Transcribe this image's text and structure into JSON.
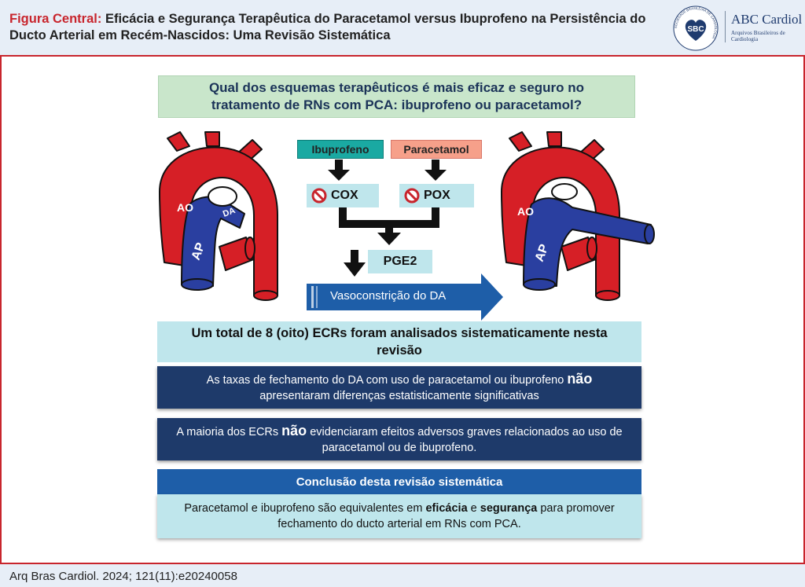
{
  "header": {
    "figure_label": "Figura Central:",
    "title": "Eficácia e Segurança Terapêutica do Paracetamol versus Ibuprofeno na Persistência do Ducto Arterial em Recém-Nascidos: Uma Revisão Sistemática",
    "sbc_logo_text": "SBC",
    "sbc_ring_text": "SOCIEDADE BRASILEIRA DE CARDIOLOGIA",
    "abc_logo_title": "ABC Cardiol",
    "abc_logo_subtitle": "Arquivos Brasileiros de Cardiologia"
  },
  "diagram": {
    "question": "Qual dos esquemas terapêuticos é mais eficaz e seguro no tratamento de RNs com PCA: ibuprofeno ou paracetamol?",
    "drug_1": "Ibuprofeno",
    "drug_2": "Paracetamol",
    "enzyme_1": "COX",
    "enzyme_2": "POX",
    "mediator": "PGE2",
    "effect": "Vasoconstrição do DA",
    "heart_left_labels": {
      "ao": "AO",
      "da": "DA",
      "ap": "AP"
    },
    "heart_right_labels": {
      "ao": "AO",
      "ap": "AP"
    },
    "colors": {
      "aorta": "#d61f26",
      "pulmonary": "#2a3fa0",
      "question_bg": "#c9e6cb",
      "navy": "#1e3a6a",
      "accent_blue": "#1e5ea8"
    }
  },
  "findings": {
    "ecr_count": "Um total de 8 (oito) ECRs foram analisados sistematicamente nesta revisão",
    "finding_1_pre": "As taxas de fechamento do DA com uso de paracetamol ou ibuprofeno ",
    "finding_1_bold": "não",
    "finding_1_post": " apresentaram diferenças estatisticamente significativas",
    "finding_2_pre": "A maioria dos ECRs ",
    "finding_2_bold": "não",
    "finding_2_post": " evidenciaram efeitos adversos graves relacionados ao uso de paracetamol ou de ibuprofeno."
  },
  "conclusion": {
    "heading": "Conclusão desta revisão sistemática",
    "text_1": "Paracetamol e ibuprofeno são equivalentes em ",
    "bold_1": "eficácia",
    "text_2": " e ",
    "bold_2": "segurança",
    "text_3": " para promover fechamento do ducto arterial em RNs com PCA."
  },
  "footer": {
    "citation": "Arq Bras Cardiol. 2024; 121(11):e20240058"
  }
}
